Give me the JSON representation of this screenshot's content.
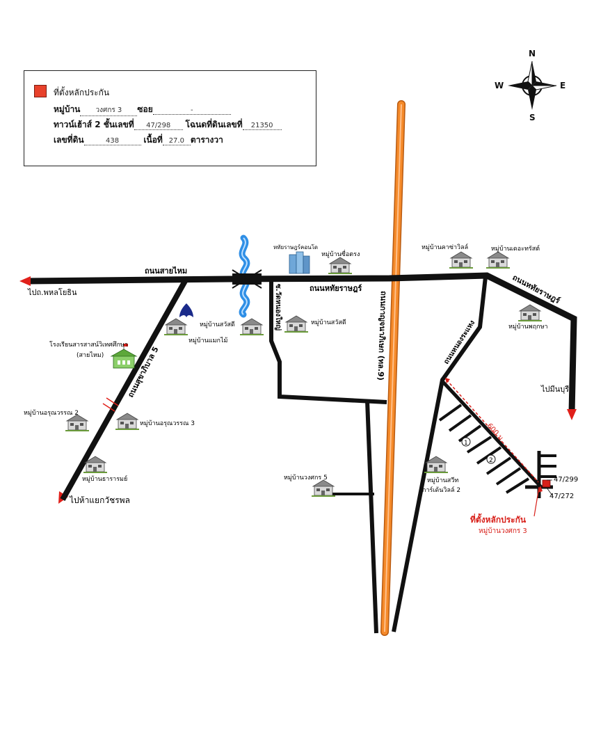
{
  "legend": {
    "title": "ที่ตั้งหลักประกัน",
    "village_label": "หมู่บ้าน",
    "village_value": "วงศกร 3",
    "soi_label": "ซอย",
    "soi_value": "-",
    "townhouse_label": "ทาวน์เฮ้าส์ 2 ชั้นเลขที่",
    "townhouse_value": "47/298",
    "deed_label": "โฉนดที่ดินเลขที่",
    "deed_value": "21350",
    "land_no_label": "เลขที่ดิน",
    "land_no_value": "438",
    "area_label": "เนื้อที่",
    "area_value": "27.0",
    "area_unit": "ตารางวา",
    "swatch_color": "#e8412b"
  },
  "compass": {
    "north": "N",
    "south": "S",
    "east": "E",
    "west": "W"
  },
  "roads": {
    "sai_mai": "ถนนสายไหม",
    "hathai_rat_1": "ถนนหทัยราษฎร์",
    "hathai_rat_2": "ถนนหทัยราษฎร์",
    "sukhaphiban_5": "ถนนสุขาภิบาล 5",
    "kanchanaphisek": "ถนนกาญจนาภิเษก (ทล.9)",
    "soi_wat_bang_phai": "ซ.วัดหนองใหญ่",
    "nong_ra_haeng": "ถนนหนองระแหง"
  },
  "directions": {
    "phahon_yothin": "ไปถ.พหลโยธิน",
    "min_buri": "ไปมีนบุรี",
    "watcharaphon": "ไปห้าแยกวัชรพล"
  },
  "places": {
    "hathai_condo": "หทัยราษฎร์คอนโด",
    "chue_trong": "หมู่บ้านซื่อตรง",
    "kasa_ville": "หมู่บ้านคาซ่าวิลล์",
    "the_trust": "หมู่บ้านเดอะทรัสต์",
    "phruksa": "หมู่บ้านพฤกษา",
    "sawatdi_1": "หมู่บ้านสวัสดี",
    "sawatdi_2": "หมู่บ้านสวัสดี",
    "maekmai": "หมู่บ้านแมกไม้",
    "school_1": "โรงเรียนสารสาสน์วิเทศศึกษา",
    "school_2": "(สายไหม)",
    "arunwan_2": "หมู่บ้านอรุณวรรณ 2",
    "arunwan_3": "หมู่บ้านอรุณวรรณ 3",
    "thararom": "หมู่บ้านธารารมย์",
    "wongsakorn_5": "หมู่บ้านวงศกร 5",
    "swift_1": "หมู่บ้านสวีท",
    "swift_2": "การ์เด้นวิลล์ 2"
  },
  "target": {
    "label": "ที่ตั้งหลักประกัน",
    "village": "หมู่บ้านวงศกร 3",
    "house_above": "47/299",
    "house_below": "47/272",
    "distance": "600 ม.",
    "marker_1": "1",
    "marker_2": "2",
    "color": "#d8201a"
  },
  "colors": {
    "road": "#111111",
    "highway": "#f58a2a",
    "water": "#2f8fe6"
  }
}
